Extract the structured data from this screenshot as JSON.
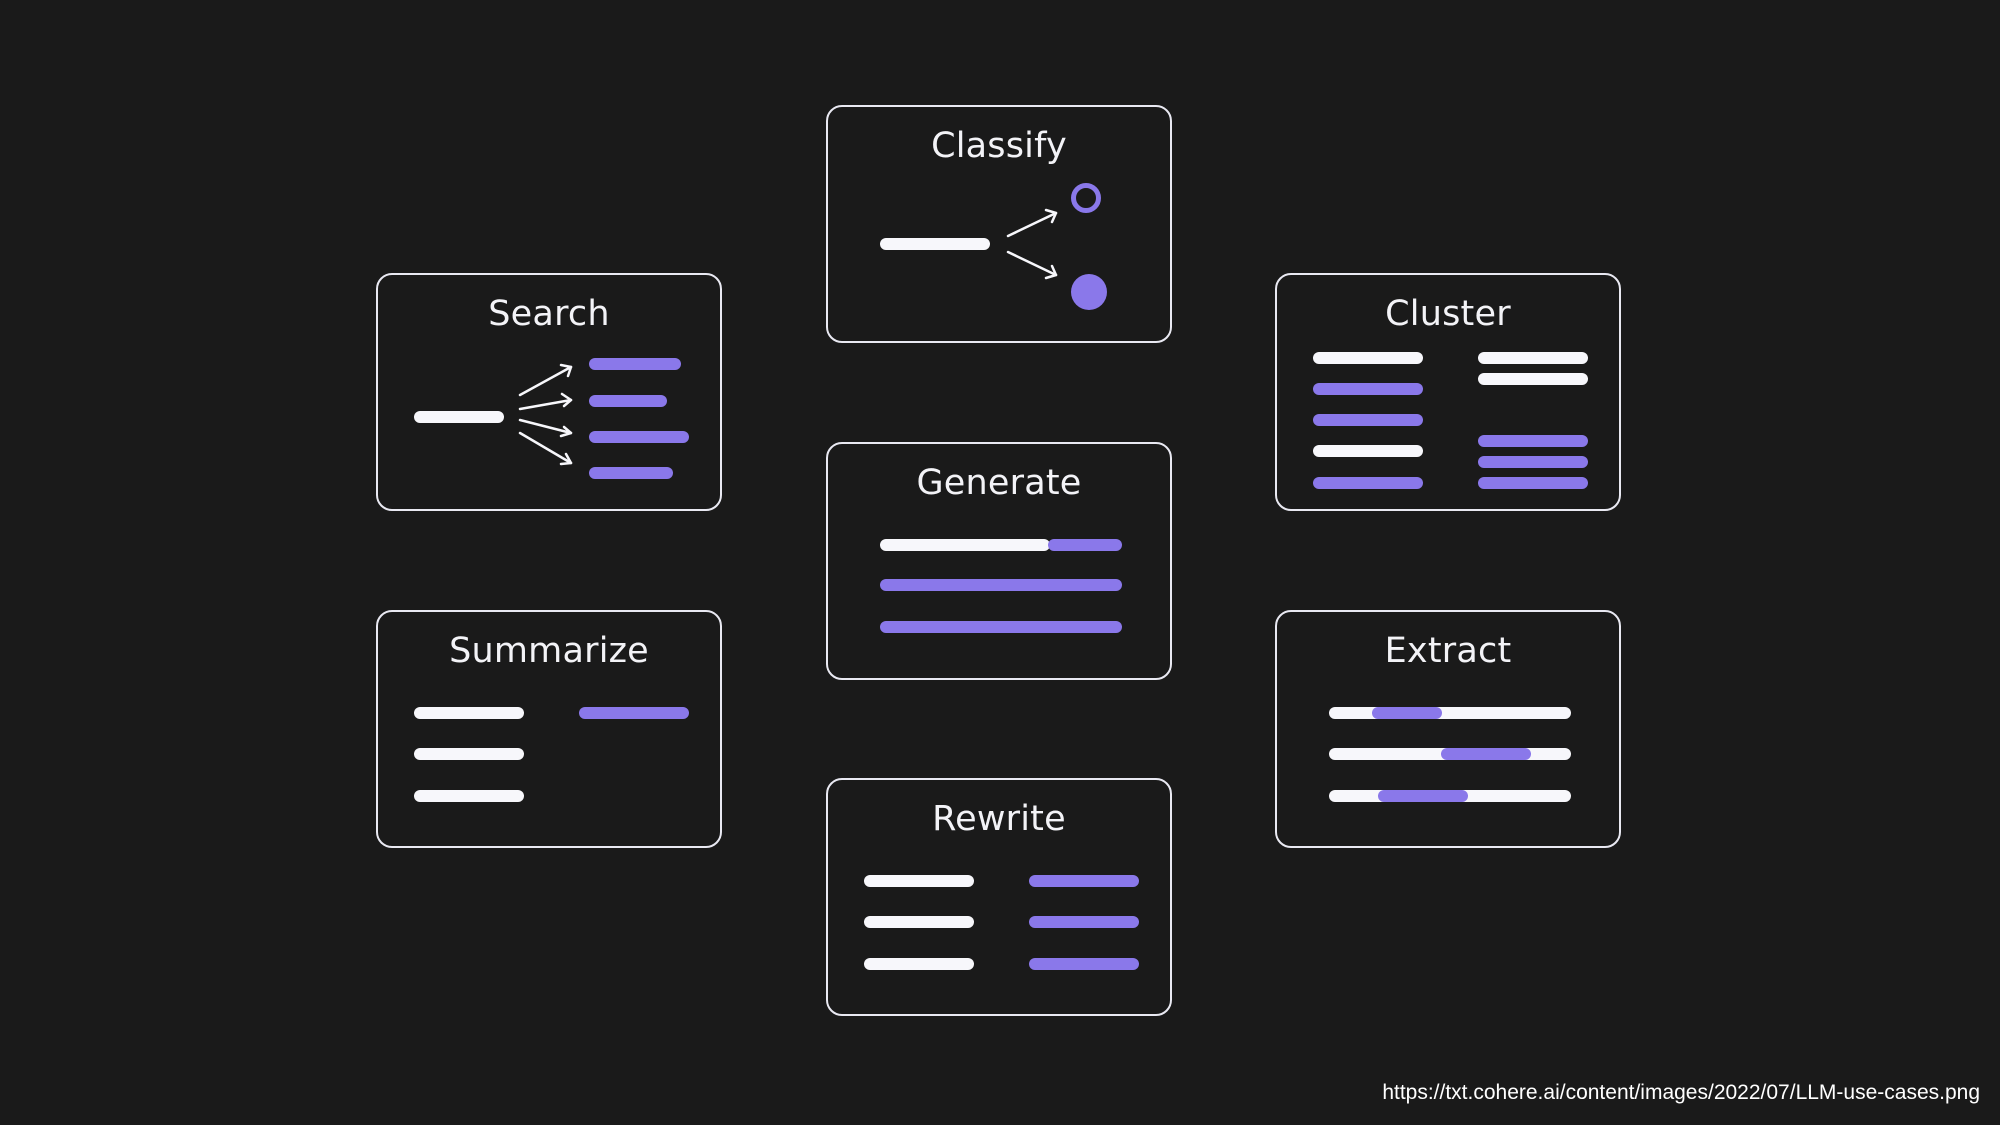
{
  "cards": {
    "classify": {
      "title": "Classify"
    },
    "search": {
      "title": "Search"
    },
    "cluster": {
      "title": "Cluster"
    },
    "generate": {
      "title": "Generate"
    },
    "summarize": {
      "title": "Summarize"
    },
    "extract": {
      "title": "Extract"
    },
    "rewrite": {
      "title": "Rewrite"
    }
  },
  "source_url": "https://txt.cohere.ai/content/images/2022/07/LLM-use-cases.png",
  "colors": {
    "background": "#1a1a1a",
    "text": "#f3f3f7",
    "white_bar": "#f7f7fb",
    "accent": "#8a78ea",
    "card_border": "#e9e9f2"
  },
  "icons": {
    "classify": [
      "input-line",
      "arrows-to-classes",
      "empty-circle-icon",
      "filled-circle-icon"
    ],
    "search": [
      "query-line",
      "arrows-to-results",
      "result-lines"
    ],
    "cluster": [
      "grouped-lines"
    ],
    "generate": [
      "seed-line",
      "generated-lines"
    ],
    "summarize": [
      "source-lines",
      "summary-line"
    ],
    "extract": [
      "text-lines",
      "highlighted-spans"
    ],
    "rewrite": [
      "source-lines",
      "rewritten-lines"
    ]
  }
}
